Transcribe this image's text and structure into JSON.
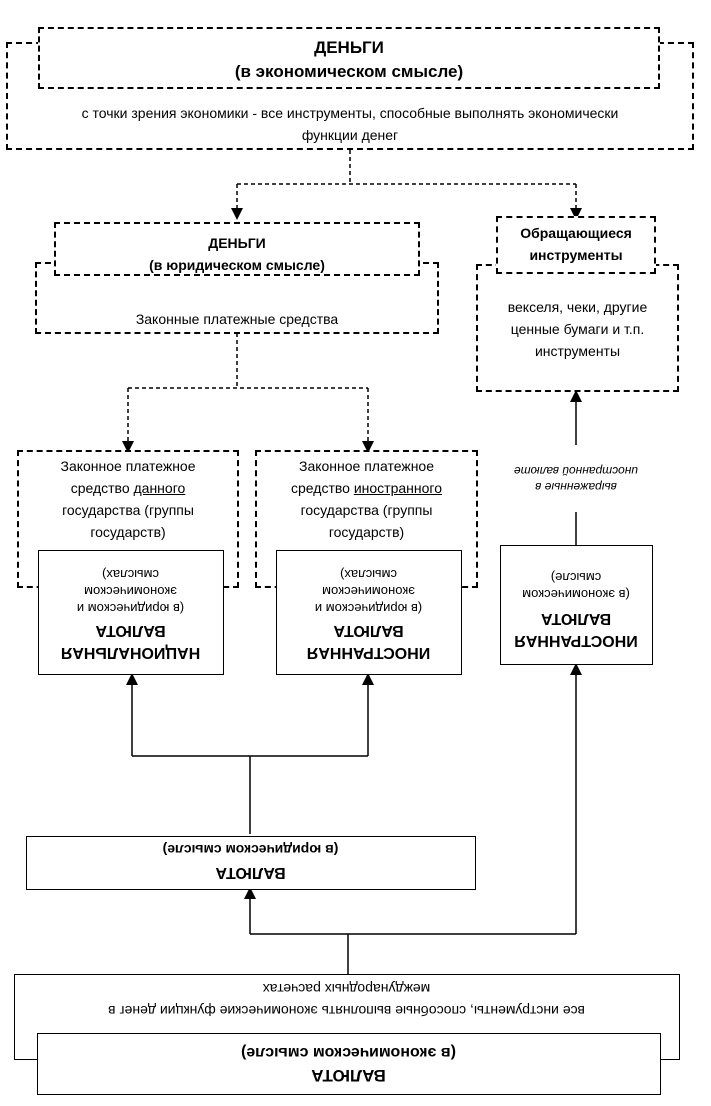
{
  "money_economic": {
    "title_line1": "ДЕНЬГИ",
    "title_line2": "(в экономическом смысле)",
    "desc_line1": "с точки зрения экономики - все инструменты, способные выполнять экономически",
    "desc_line2": "функции денег"
  },
  "money_legal": {
    "title_line1": "ДЕНЬГИ",
    "title_line2": "(в юридическом смысле)",
    "desc": "Законные платежные средства"
  },
  "negotiable": {
    "title_line1": "Обращающиеся",
    "title_line2": "инструменты",
    "desc_line1": "векселя, чеки, другие",
    "desc_line2": "ценные бумаги и т.п.",
    "desc_line3": "инструменты"
  },
  "legal_tender_domestic": {
    "line1": "Законное платежное",
    "line2_pre": "средство ",
    "line2_u": "данного",
    "line3": "государства (группы",
    "line4": "государств)"
  },
  "legal_tender_foreign": {
    "line1": "Законное платежное",
    "line2_pre": "средство ",
    "line2_u": "иностранного",
    "line3": "государства (группы",
    "line4": "государств)"
  },
  "national_currency": {
    "title_line1": "НАЦИОНАЛЬНАЯ",
    "title_line2": "ВАЛЮТА",
    "desc_line1": "(в юридическом и",
    "desc_line2": "экономическом",
    "desc_line3": "смыслах)"
  },
  "foreign_currency_legal": {
    "title_line1": "ИНОСТРАННАЯ",
    "title_line2": "ВАЛЮТА",
    "desc_line1": "(в юридическом и",
    "desc_line2": "экономическом",
    "desc_line3": "смыслах)"
  },
  "foreign_currency_economic": {
    "title_line1": "ИНОСТРАННАЯ",
    "title_line2": "ВАЛЮТА",
    "desc_line1": "(в экономическом",
    "desc_line2": "смысле)"
  },
  "arrow_label": {
    "line1": "выраженные в",
    "line2": "иностранной валюте"
  },
  "currency_legal": {
    "title": "ВАЛЮТА",
    "desc": "(в юридическом смысле)"
  },
  "currency_economic": {
    "title": "ВАЛЮТА",
    "desc": "(в экономическом смысле)",
    "def_line1": "все инструменты, способные выполнять экономические функции денег в",
    "def_line2": "международных расчетах"
  }
}
